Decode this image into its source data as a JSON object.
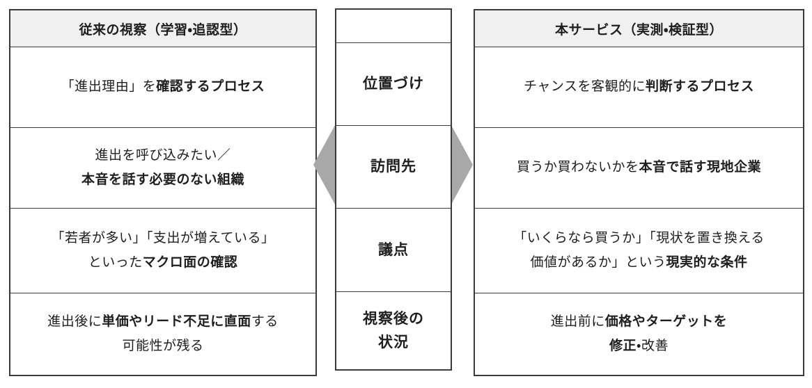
{
  "diagram": {
    "colors": {
      "border": "#3a3a3a",
      "header_bg": "#f0f0f0",
      "arrow": "#a8a8a8",
      "text": "#1e1e1e"
    },
    "left": {
      "header": "従来の視察（学習・追認型）",
      "rows": [
        [
          [
            {
              "t": "「進出理由」を",
              "b": false
            },
            {
              "t": "確認するプロセス",
              "b": true
            }
          ]
        ],
        [
          [
            {
              "t": "進出を呼び込みたい／",
              "b": false
            }
          ],
          [
            {
              "t": "本音を話す必要のない組織",
              "b": true
            }
          ]
        ],
        [
          [
            {
              "t": "「若者が多い」「支出が増えている」",
              "b": false
            }
          ],
          [
            {
              "t": "といった",
              "b": false
            },
            {
              "t": "マクロ面の確認",
              "b": true
            }
          ]
        ],
        [
          [
            {
              "t": "進出後に",
              "b": false
            },
            {
              "t": "単価やリード不足に直面",
              "b": true
            },
            {
              "t": "する",
              "b": false
            }
          ],
          [
            {
              "t": "可能性が残る",
              "b": false
            }
          ]
        ]
      ]
    },
    "center": {
      "labels": [
        "位置づけ",
        "訪問先",
        "議点",
        "視察後の\n状況"
      ]
    },
    "right": {
      "header": "本サービス（実測・検証型）",
      "rows": [
        [
          [
            {
              "t": "チャンスを客観的に",
              "b": false
            },
            {
              "t": "判断するプロセス",
              "b": true
            }
          ]
        ],
        [
          [
            {
              "t": "買うか買わないかを",
              "b": false
            },
            {
              "t": "本音で話す現地企業",
              "b": true
            }
          ]
        ],
        [
          [
            {
              "t": "「いくらなら買うか」「現状を置き換える",
              "b": false
            }
          ],
          [
            {
              "t": "価値があるか」という",
              "b": false
            },
            {
              "t": "現実的な条件",
              "b": true
            }
          ]
        ],
        [
          [
            {
              "t": "進出前に",
              "b": false
            },
            {
              "t": "価格やターゲットを",
              "b": true
            }
          ],
          [
            {
              "t": "修正",
              "b": true
            },
            {
              "t": "・改善",
              "b": false
            }
          ]
        ]
      ]
    }
  }
}
